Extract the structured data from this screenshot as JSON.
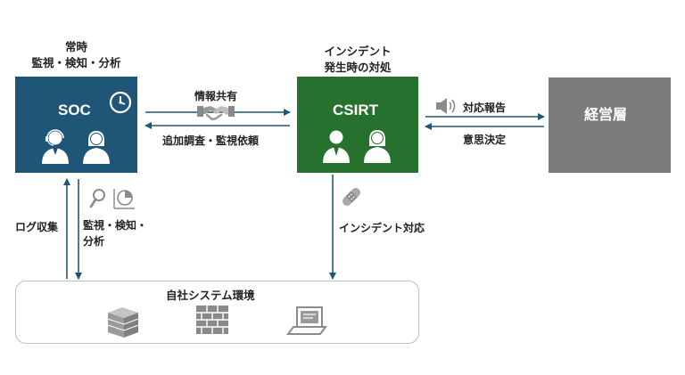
{
  "soc_caption": {
    "line1": "常時",
    "line2": "監視・検知・分析"
  },
  "csirt_caption": {
    "line1": "インシデント",
    "line2": "発生時の対処"
  },
  "soc_box": {
    "title": "SOC",
    "color": "#1f5677"
  },
  "csirt_box": {
    "title": "CSIRT",
    "color": "#27712e"
  },
  "management_box": {
    "title": "経営層",
    "color": "#7b7b7b"
  },
  "links": {
    "info_sharing": "情報共有",
    "additional_investigation": "追加調査・監視依頼",
    "response_report": "対応報告",
    "decision": "意思決定",
    "log_collection": "ログ収集",
    "monitoring_line1": "監視・検知・",
    "monitoring_line2": "分析",
    "incident_response": "インシデント対応"
  },
  "environment": {
    "title": "自社システム環境"
  },
  "icons": {
    "soc": [
      "clock-icon",
      "headset-operator-icon",
      "female-operator-icon"
    ],
    "csirt": [
      "male-person-icon",
      "female-person-icon"
    ],
    "links": [
      "handshake-icon",
      "speaker-icon",
      "magnifier-icon",
      "pie-chart-icon",
      "bandage-icon"
    ],
    "environment": [
      "server-rack-icon",
      "firewall-icon",
      "laptop-icon"
    ]
  }
}
